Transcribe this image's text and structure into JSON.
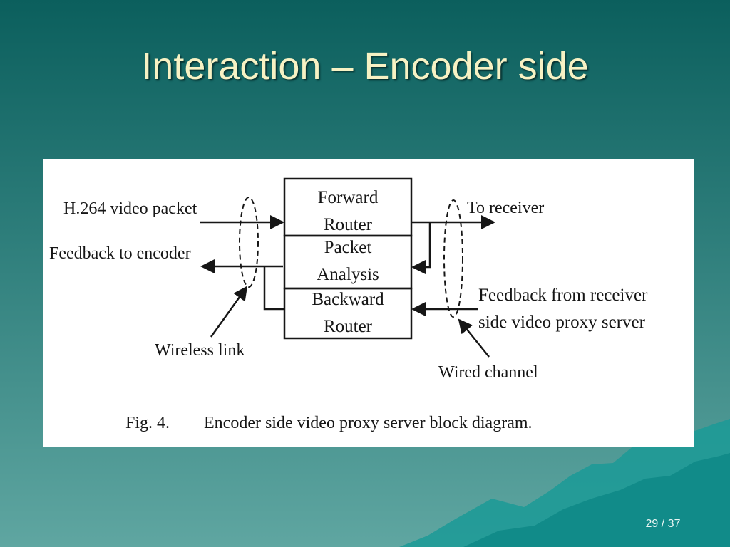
{
  "slide": {
    "title": "Interaction – Encoder side",
    "page_number": "29 / 37"
  },
  "diagram": {
    "blocks": {
      "forward_router": [
        "Forward",
        "Router"
      ],
      "packet_analysis": [
        "Packet",
        "Analysis"
      ],
      "backward_router": [
        "Backward",
        "Router"
      ]
    },
    "labels": {
      "input_packet": "H.264 video packet",
      "feedback_encoder": "Feedback to encoder",
      "to_receiver": "To receiver",
      "feedback_receiver_1": "Feedback from receiver",
      "feedback_receiver_2": "side video proxy server",
      "wireless_link": "Wireless link",
      "wired_channel": "Wired channel"
    },
    "caption": {
      "number": "Fig. 4.",
      "text": "Encoder side video proxy server block diagram."
    }
  },
  "colors": {
    "background_top": "#0b5f5d",
    "background_bottom": "#5fa6a1",
    "title": "#f7f2c4",
    "mountain": "#1b9a97"
  }
}
